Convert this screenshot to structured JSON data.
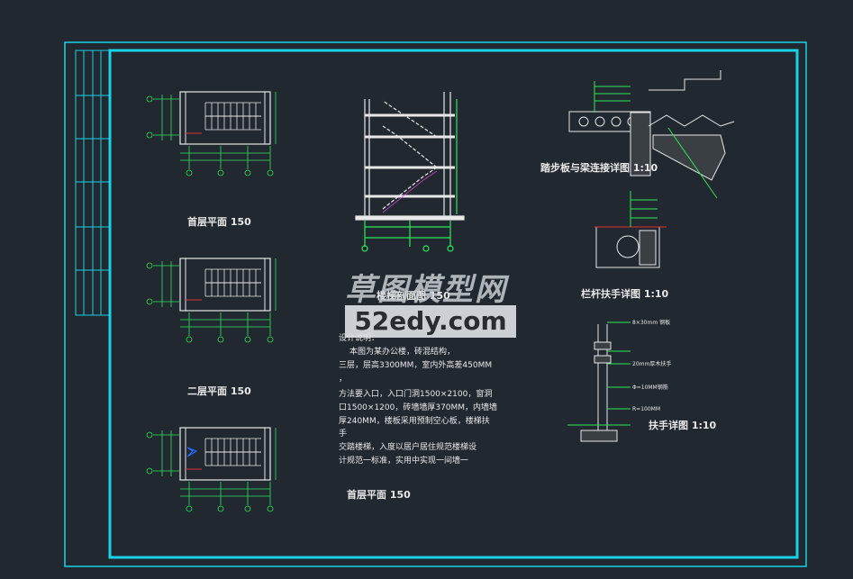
{
  "colors": {
    "background": "#212830",
    "frame": "#19d2e6",
    "line": "#e8e8e8",
    "dim": "#2ee65a",
    "red": "#e03030",
    "blue": "#2a6cff",
    "magenta": "#ff50ff"
  },
  "drawing": {
    "plan_titles": [
      "首层平面  150",
      "二层平面  150",
      "首层平面  150"
    ],
    "section_title": "楼梯剖面图   150",
    "detail_titles": [
      "踏步板与梁连接详图 1:10",
      "栏杆扶手详图 1:10",
      "扶手详图 1:10"
    ],
    "notes_heading": "设计说明：",
    "notes": [
      "本图为某办公楼，砖混结构，",
      "三层，层高3300MM，室内外高差450MM",
      "，",
      "方法要入口，入口门洞1500×2100，窗洞",
      "口1500×1200，砖墙墙厚370MM，内墙墙",
      "厚240MM，楼板采用预制空心板，楼梯扶",
      "手",
      "交踏楼梯，入度以居户居住规范楼梯设",
      "计规范一标准，实用中实现一间墙一"
    ],
    "rail_labels": [
      "8×30mm 钢板",
      "20mm厚木扶手",
      "Φ=10MM钢筋",
      "R=100MM"
    ]
  },
  "watermark": {
    "cn": "草图模型网",
    "en": "52edy.com"
  }
}
